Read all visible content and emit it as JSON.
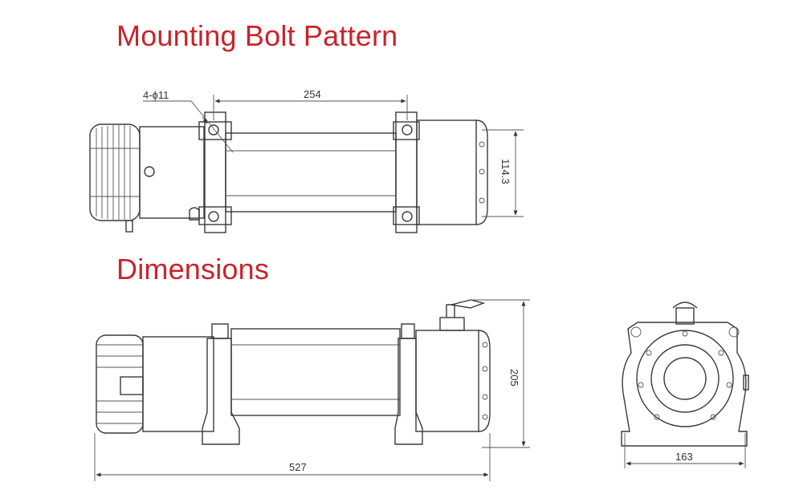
{
  "headings": {
    "mounting": "Mounting Bolt Pattern",
    "dimensions": "Dimensions"
  },
  "dims": {
    "bolt_hole": "4-ϕ11",
    "bolt_spacing": "254",
    "bolt_height": "114.3",
    "height": "205",
    "length": "527",
    "width": "163"
  },
  "colors": {
    "heading": "#c8242b",
    "line": "#3a3a3a"
  }
}
